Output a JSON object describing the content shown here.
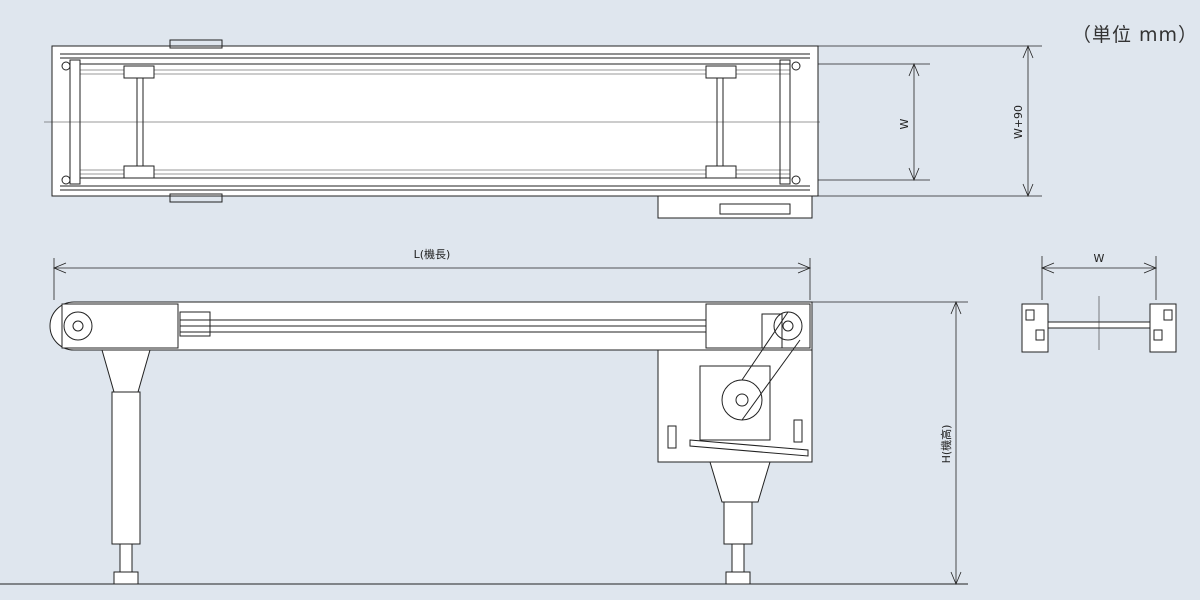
{
  "unit_label": "（単位 mm）",
  "dimensions": {
    "w_top": "W",
    "w_plus_90": "W+90",
    "length": "L(機長)",
    "height": "H(機高)",
    "w_side": "W"
  },
  "colors": {
    "background": "#dfe6ee",
    "line": "#222222",
    "fill": "#ffffff"
  }
}
